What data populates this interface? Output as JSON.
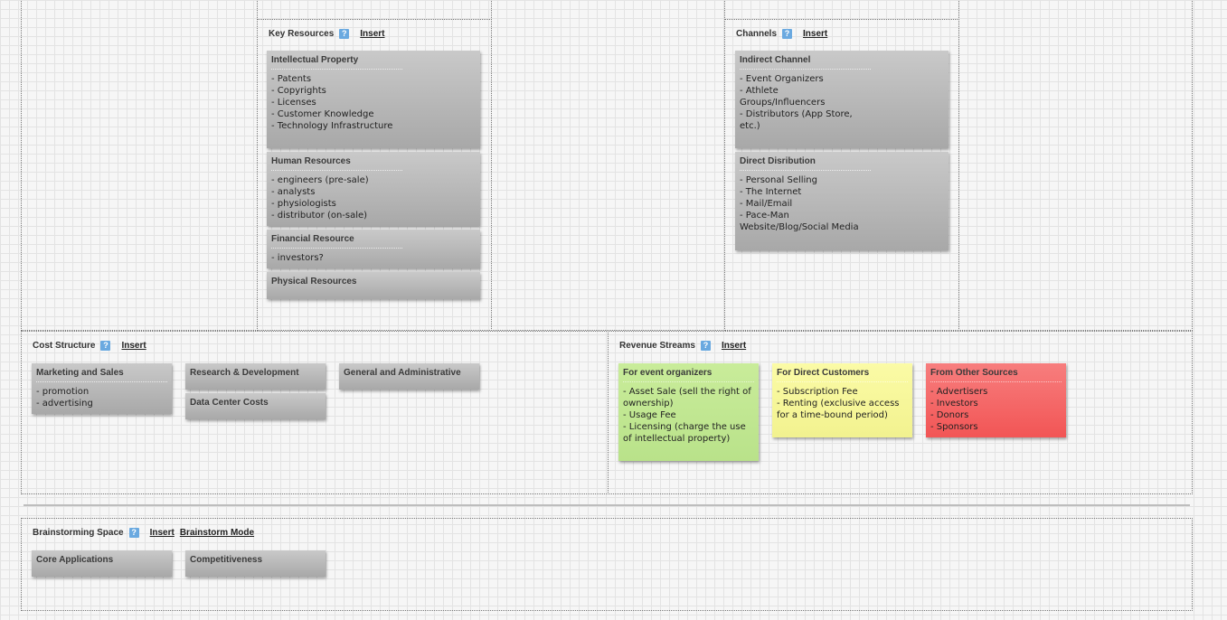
{
  "sections": {
    "key_resources": {
      "title": "Key Resources",
      "help": "?",
      "insert": "Insert"
    },
    "channels": {
      "title": "Channels",
      "help": "?",
      "insert": "Insert"
    },
    "cost_structure": {
      "title": "Cost Structure",
      "help": "?",
      "insert": "Insert"
    },
    "revenue_streams": {
      "title": "Revenue Streams",
      "help": "?",
      "insert": "Insert"
    },
    "brainstorming": {
      "title": "Brainstorming Space",
      "help": "?",
      "insert": "Insert",
      "mode": "Brainstorm Mode"
    }
  },
  "notes": {
    "ip": {
      "title": "Intellectual Property",
      "lines": [
        "- Patents",
        "- Copyrights",
        "- Licenses",
        "- Customer Knowledge",
        "- Technology Infrastructure"
      ]
    },
    "hr": {
      "title": "Human Resources",
      "lines": [
        "- engineers (pre-sale)",
        "- analysts",
        "- physiologists",
        "- distributor (on-sale)"
      ]
    },
    "fin": {
      "title": "Financial Resource",
      "lines": [
        "- investors?"
      ]
    },
    "phys": {
      "title": "Physical Resources",
      "lines": []
    },
    "indirect": {
      "title": "Indirect Channel",
      "lines": [
        "- Event Organizers",
        "- Athlete Groups/Influencers",
        "- Distributors (App Store, etc.)"
      ]
    },
    "direct": {
      "title": "Direct Disribution",
      "lines": [
        "- Personal Selling",
        "- The Internet",
        "- Mail/Email",
        "- Pace-Man Website/Blog/Social Media"
      ]
    },
    "marketing": {
      "title": "Marketing and Sales",
      "lines": [
        "- promotion",
        "- advertising"
      ]
    },
    "rnd": {
      "title": "Research & Development",
      "lines": []
    },
    "gna": {
      "title": "General and Administrative",
      "lines": []
    },
    "datacenter": {
      "title": "Data Center Costs",
      "lines": []
    },
    "event_org": {
      "title": "For event organizers",
      "lines": [
        "- Asset Sale (sell the right of ownership)",
        "- Usage Fee",
        "- Licensing (charge the use of intellectual property)"
      ]
    },
    "direct_cust": {
      "title": "For Direct Customers",
      "lines": [
        "- Subscription Fee",
        "- Renting (exclusive access for a time-bound period)"
      ]
    },
    "other_src": {
      "title": "From Other Sources",
      "lines": [
        "- Advertisers",
        "- Investors",
        "- Donors",
        "- Sponsors"
      ]
    },
    "core_apps": {
      "title": "Core Applications",
      "lines": []
    },
    "compet": {
      "title": "Competitiveness",
      "lines": []
    }
  },
  "colors": {
    "green": "#c2e892",
    "yellow": "#f7f79a",
    "red": "#f46a6a",
    "grey": "#b8b8b8",
    "help": "#6aa9e0"
  }
}
